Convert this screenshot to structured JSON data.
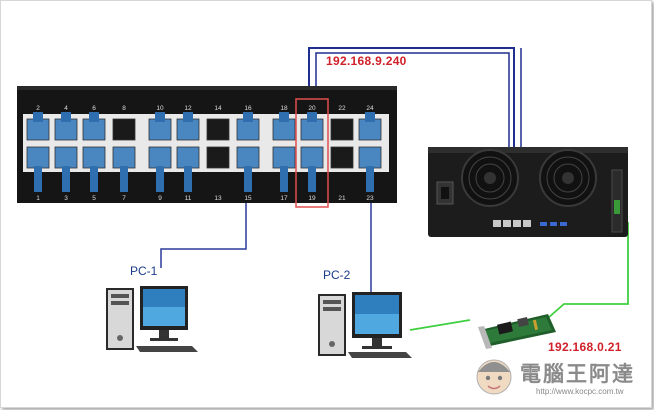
{
  "switch": {
    "top_ports": [
      "2",
      "4",
      "6",
      "8",
      "10",
      "12",
      "14",
      "16",
      "18",
      "20",
      "22",
      "24"
    ],
    "bottom_ports": [
      "1",
      "3",
      "5",
      "7",
      "9",
      "11",
      "13",
      "15",
      "17",
      "19",
      "21",
      "23"
    ]
  },
  "labels": {
    "ip_top": "192.168.9.240",
    "ip_bottom": "192.168.0.21",
    "pc1": "PC-1",
    "pc2": "PC-2"
  },
  "watermark": {
    "title": "電腦王阿達",
    "url": "http://www.kocpc.com.tw"
  },
  "colors": {
    "blue_cable": "#1f2f8f",
    "green_cable": "#2fd02f",
    "highlight": "#e05050",
    "port_blue": "#4a86c0"
  }
}
